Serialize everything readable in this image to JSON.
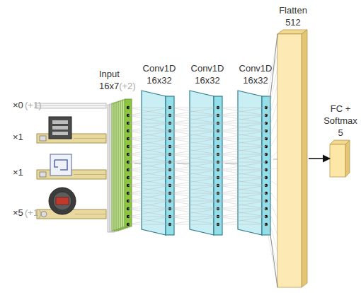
{
  "diagram": {
    "nodes": [
      {
        "text": [
          "Input 16x7",
          "(+2)"
        ]
      },
      {
        "text": [
          "Conv1D 16x32"
        ]
      },
      {
        "text": [
          "Conv1D 16x32"
        ]
      },
      {
        "text": [
          "Conv1D 16x32"
        ]
      },
      {
        "text": [
          "Flatten 512"
        ]
      },
      {
        "text": [
          "FC + Softmax 5"
        ]
      }
    ],
    "edges": [
      {
        "from": 0,
        "to": 1,
        "arrow": "none"
      },
      {
        "from": 1,
        "to": 2,
        "arrow": "none"
      },
      {
        "from": 2,
        "to": 3,
        "arrow": "none"
      },
      {
        "from": 3,
        "to": 4,
        "arrow": "none"
      },
      {
        "from": 4,
        "to": 5,
        "arrow": "to"
      }
    ],
    "labels": [
      "×0",
      "(+1)",
      "×1",
      "×1",
      "×5",
      "(+1)"
    ]
  }
}
